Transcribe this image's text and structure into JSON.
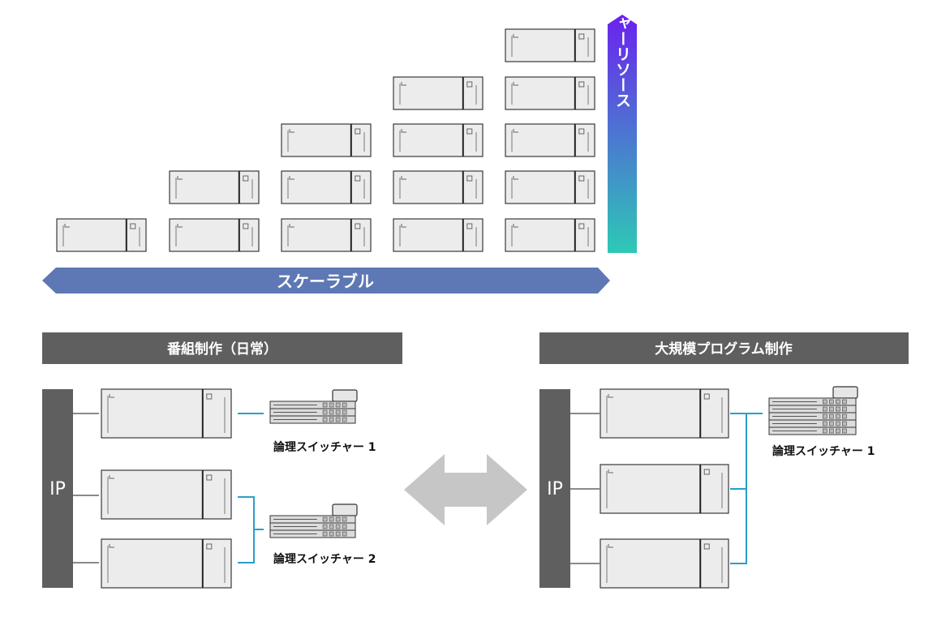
{
  "top": {
    "scalable_label": "スケーラブル",
    "resource_label": "スイッチャーリソース",
    "resource_gradient": [
      "#6a22ee",
      "#2ec9b5"
    ],
    "scalable_color": "#5d78b4",
    "stack_heights": [
      1,
      2,
      3,
      4,
      5
    ]
  },
  "left_panel": {
    "title": "番組制作（日常）",
    "ip_label": "IP",
    "switchers": [
      {
        "label": "論理スイッチャー 1"
      },
      {
        "label": "論理スイッチャー 2"
      }
    ]
  },
  "right_panel": {
    "title": "大規模プログラム制作",
    "ip_label": "IP",
    "switchers": [
      {
        "label": "論理スイッチャー 1"
      }
    ]
  },
  "colors": {
    "header_bg": "#5f5f5f",
    "ip_bar": "#5f5f5f",
    "connector": "#2a9fc9",
    "arrow_gray": "#c6c6c6",
    "unit_fill": "#ececec"
  }
}
